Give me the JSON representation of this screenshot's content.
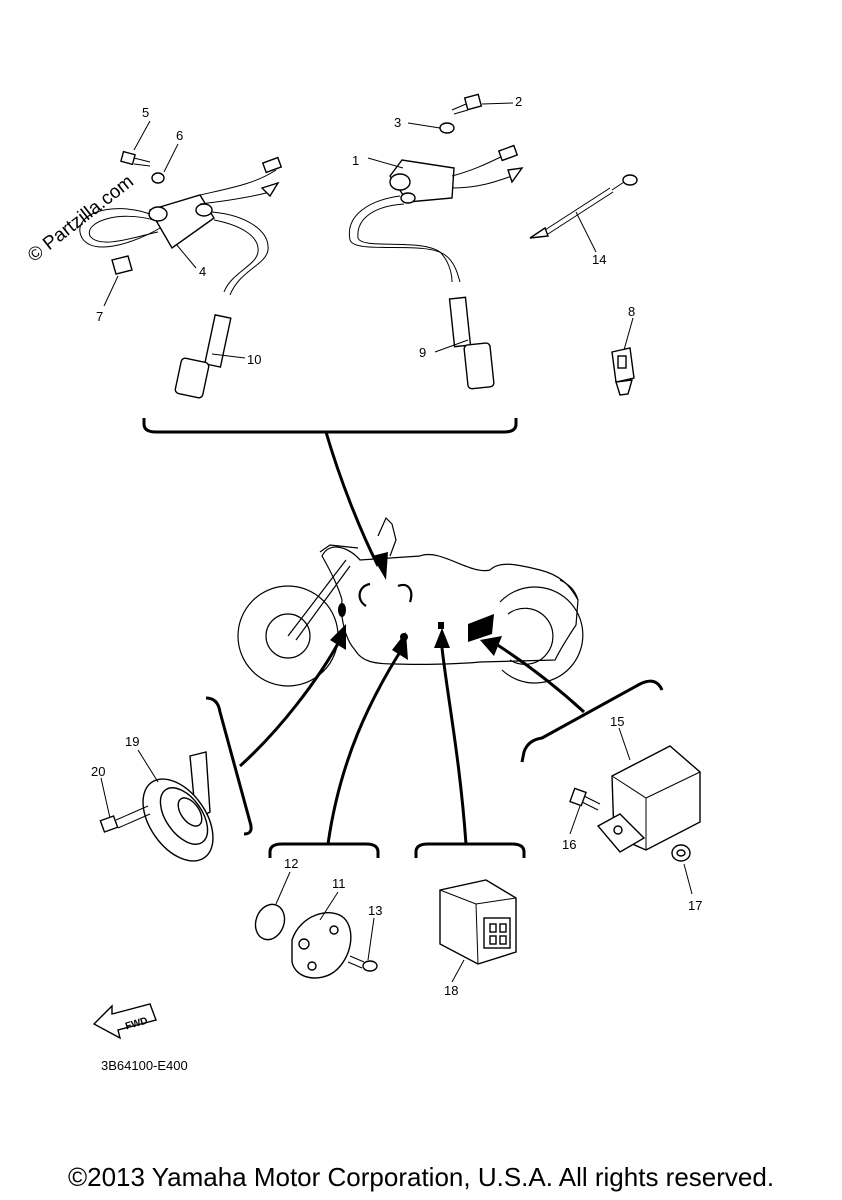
{
  "diagram": {
    "code": "3B64100-E400",
    "copyright": "©2013 Yamaha Motor Corporation, U.S.A. All rights reserved.",
    "watermark": "© Partzilla.com",
    "fwd_badge": "FWD",
    "callouts": [
      "1",
      "2",
      "3",
      "4",
      "5",
      "6",
      "7",
      "8",
      "9",
      "10",
      "11",
      "12",
      "13",
      "14",
      "15",
      "16",
      "17",
      "18",
      "19",
      "20"
    ]
  }
}
